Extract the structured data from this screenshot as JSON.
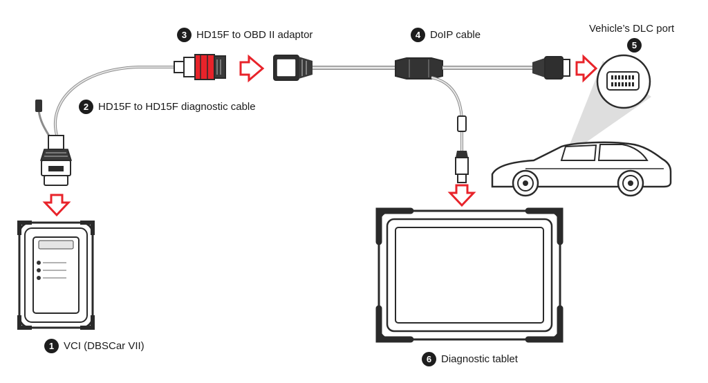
{
  "labels": {
    "step1": {
      "num": "1",
      "text": "VCI (DBSCar VII)"
    },
    "step2": {
      "num": "2",
      "text": "HD15F to HD15F diagnostic cable"
    },
    "step3": {
      "num": "3",
      "text": "HD15F to OBD II adaptor"
    },
    "step4": {
      "num": "4",
      "text": "DoIP cable"
    },
    "step5": {
      "num": "5",
      "text": "Vehicle’s DLC port"
    },
    "step6": {
      "num": "6",
      "text": "Diagnostic tablet"
    }
  },
  "colors": {
    "arrow_red": "#e8232a",
    "outline": "#2a2a2a",
    "cable": "#9a9a9a",
    "connector_red": "#e8232a"
  }
}
